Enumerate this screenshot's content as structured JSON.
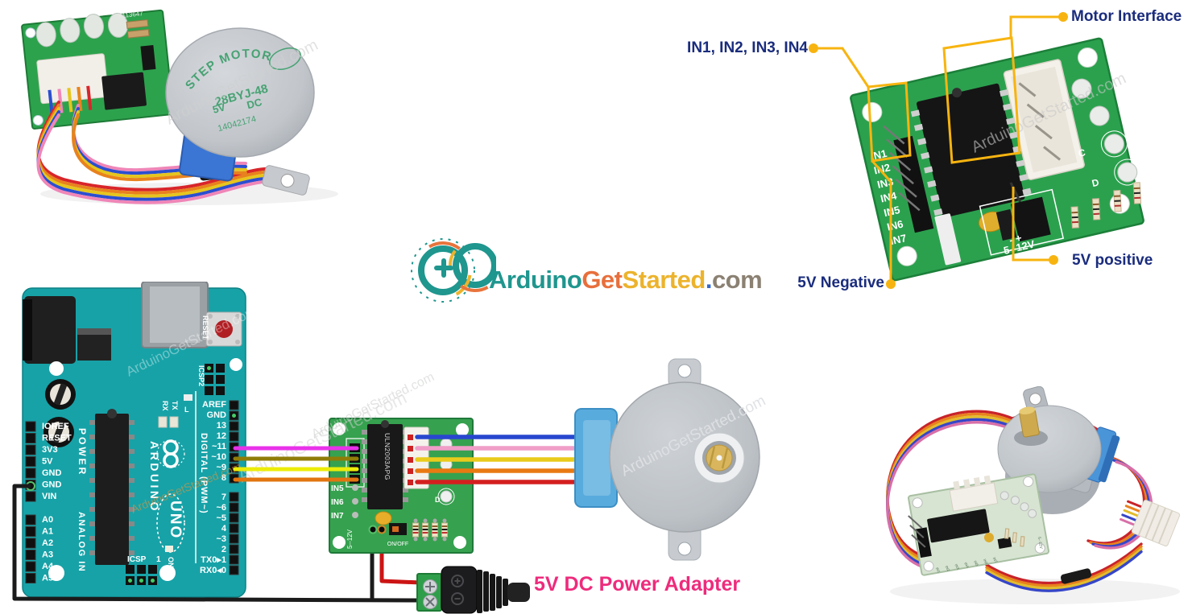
{
  "watermark": "ArduinoGetStarted.com",
  "logo": {
    "arduino": "Arduino",
    "get": "Get",
    "started": "Started",
    "dot": ".",
    "com": "com"
  },
  "callouts": {
    "motor_interface": "Motor Interface",
    "in_pins": "IN1, IN2, IN3, IN4",
    "positive": "5V positive",
    "negative": "5V Negative"
  },
  "power_adapter": {
    "label": "5V DC Power Adapter"
  },
  "driver_photo": {
    "pin_labels": [
      "IN1",
      "IN2",
      "IN3",
      "IN4",
      "IN5",
      "IN6",
      "IN7"
    ],
    "polarity": "-  +",
    "voltage": "5--12V",
    "led_c": "C",
    "led_d": "D"
  },
  "motor_photo": {
    "title": "STEP MOTOR",
    "model": "28BYJ-48",
    "volts": "5V",
    "type": "DC",
    "serial": "14042174",
    "pcb_code": "X113647"
  },
  "arduino": {
    "brand": "ARDUINO",
    "model": "UNO",
    "reset_button": "RESET",
    "icsp2": "ICSP2",
    "icsp": "ICSP",
    "pin1": "1",
    "on": "ON",
    "led_l": "L",
    "tx": "TX",
    "rx": "RX",
    "power_section": "POWER",
    "analog_section": "ANALOG IN",
    "digital_section": "DIGITAL (PWM~)",
    "power_pins": [
      "IOREF",
      "RESET",
      "3V3",
      "5V",
      "GND",
      "GND",
      "VIN"
    ],
    "analog_pins": [
      "A0",
      "A1",
      "A2",
      "A3",
      "A4",
      "A5"
    ],
    "digital_pins_top": [
      "AREF",
      "GND",
      "13",
      "12",
      "~11",
      "~10",
      "~9",
      "8"
    ],
    "digital_pins_bottom": [
      "7",
      "~6",
      "~5",
      "4",
      "~3",
      "2",
      "TX0▸1",
      "RX0◂0"
    ]
  },
  "driver_board": {
    "chip": "ULN2003APG",
    "in5": "IN5",
    "in6": "IN6",
    "in7": "IN7",
    "voltage": "5--12V",
    "switch": "ON/OFF",
    "led_d": "D"
  },
  "colors": {
    "callout_text": "#1a2c7d",
    "callout_line": "#f7b410",
    "power_label_pink": "#ee2b7c",
    "arduino_teal": "#17a2a7",
    "pcb_green": "#2fa14c",
    "logo_teal": "#1f968e",
    "logo_orange": "#e86f3c",
    "logo_gold": "#ecb32c",
    "logo_com": "#8b8173",
    "wire_magenta": "#e931e9",
    "wire_olive": "#8f7d08",
    "wire_yellow": "#ecec09",
    "wire_orange": "#e2750f",
    "wire_blue": "#2847cf",
    "wire_pink": "#f09ec8",
    "wire_red": "#d41f1f",
    "wire_black": "#1b1b1b"
  }
}
